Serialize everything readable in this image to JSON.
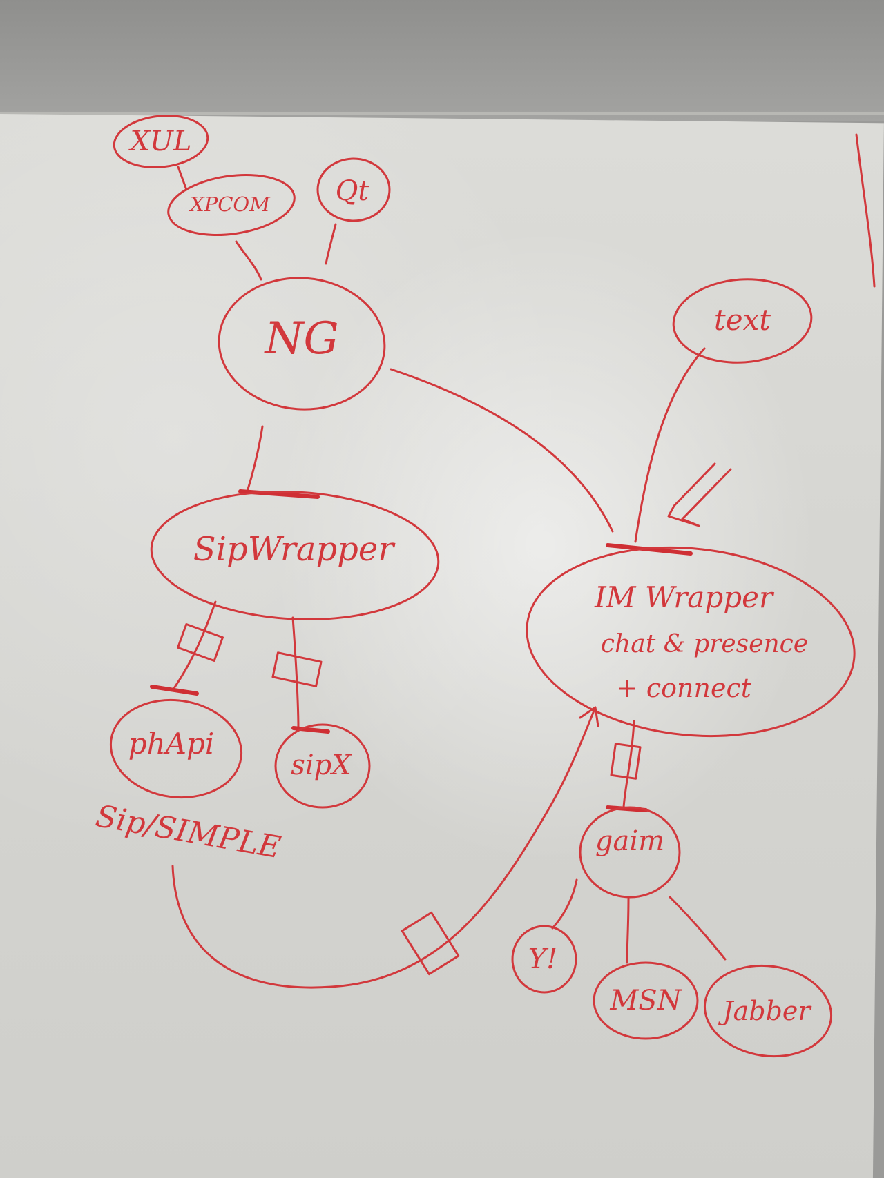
{
  "nodes": {
    "xul": "XUL",
    "xpcom": "XPCOM",
    "qt": "Qt",
    "ng": "NG",
    "text": "text",
    "sip_wrapper": "SipWrapper",
    "im_wrapper_line1": "IM Wrapper",
    "im_wrapper_line2": "chat & presence",
    "im_wrapper_line3": "+ connect",
    "phapi": "phApi",
    "sipx": "sipX",
    "sip_simple": "Sip/SIMPLE",
    "gaim": "gaim",
    "yahoo": "Y!",
    "msn": "MSN",
    "jabber": "Jabber"
  },
  "colors": {
    "marker": "#d2383c",
    "board": "#d8d8d4",
    "wall": "#9a9a98"
  }
}
